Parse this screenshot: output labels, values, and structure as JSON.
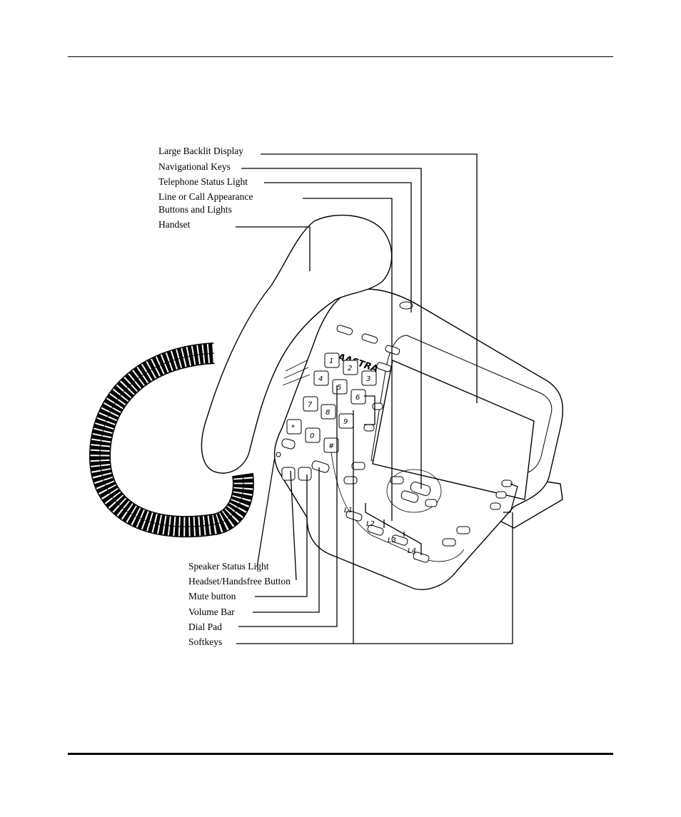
{
  "figure": {
    "brand": "AASTRA",
    "labels_top": [
      {
        "id": "display",
        "text": "Large Backlit Display"
      },
      {
        "id": "nav",
        "text": "Navigational Keys"
      },
      {
        "id": "status",
        "text": "Telephone Status Light"
      },
      {
        "id": "line1",
        "text": "Line or Call Appearance"
      },
      {
        "id": "line2",
        "text": "Buttons and Lights"
      },
      {
        "id": "handset",
        "text": "Handset"
      }
    ],
    "labels_bottom": [
      {
        "id": "speaker",
        "text": "Speaker Status Light"
      },
      {
        "id": "headset",
        "text": "Headset/Handsfree Button"
      },
      {
        "id": "mute",
        "text": "Mute button"
      },
      {
        "id": "volume",
        "text": "Volume Bar"
      },
      {
        "id": "dialpad",
        "text": "Dial Pad"
      },
      {
        "id": "softkeys",
        "text": "Softkeys"
      }
    ],
    "keys": [
      "1",
      "2",
      "3",
      "4",
      "5",
      "6",
      "7",
      "8",
      "9",
      "*",
      "0",
      "#"
    ],
    "line_keys": [
      "L1",
      "L2",
      "L3",
      "L4"
    ]
  }
}
